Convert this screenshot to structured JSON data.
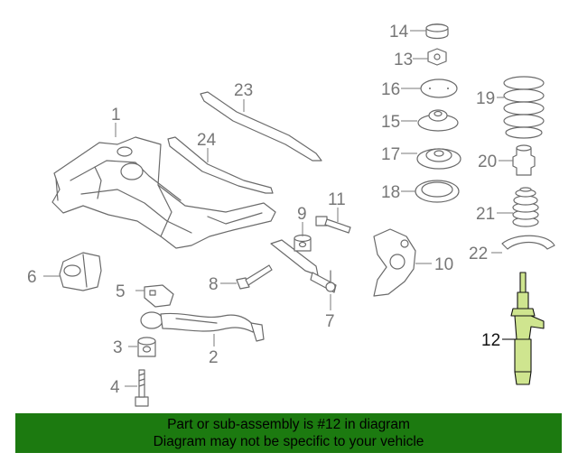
{
  "callouts": {
    "c1": "1",
    "c2": "2",
    "c3": "3",
    "c4": "4",
    "c5": "5",
    "c6": "6",
    "c7": "7",
    "c8": "8",
    "c9": "9",
    "c10": "10",
    "c11": "11",
    "c12": "12",
    "c13": "13",
    "c14": "14",
    "c15": "15",
    "c16": "16",
    "c17": "17",
    "c18": "18",
    "c19": "19",
    "c20": "20",
    "c21": "21",
    "c22": "22",
    "c23": "23",
    "c24": "24"
  },
  "banner": {
    "line1": "Part or sub-assembly is #12 in diagram",
    "line2": "Diagram may not be specific to your vehicle"
  },
  "colors": {
    "banner_bg": "#1c7a10",
    "highlight_part": "#cfe58f",
    "line_art": "#6b6b6b"
  }
}
